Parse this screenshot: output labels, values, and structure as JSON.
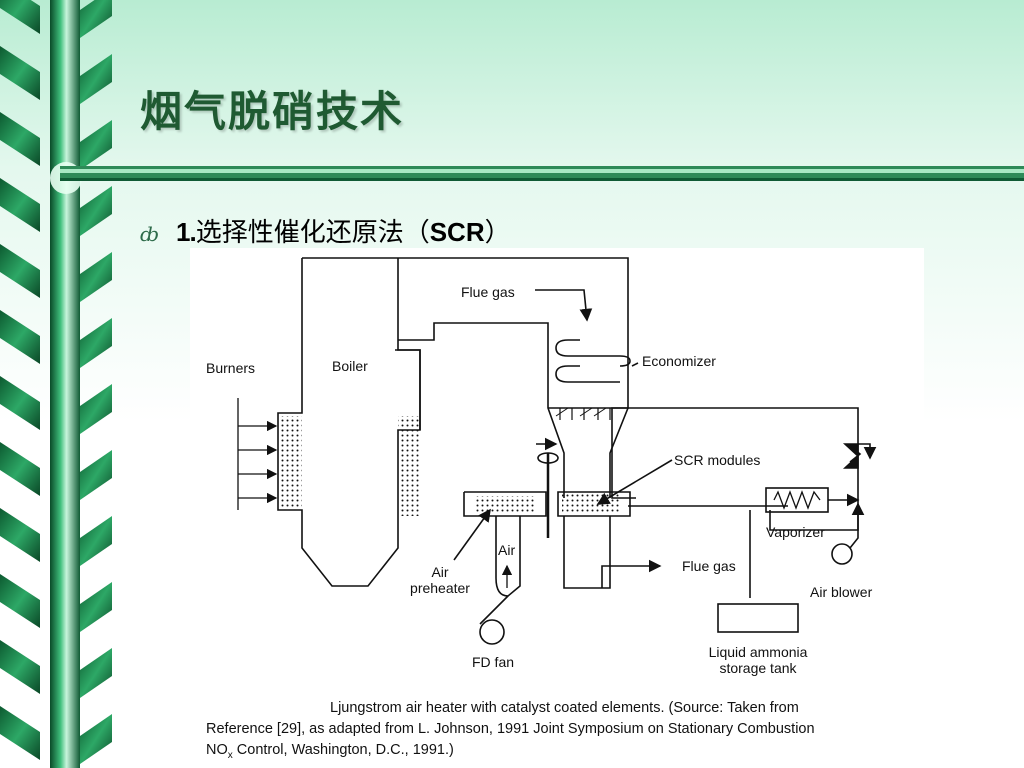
{
  "slide": {
    "title": "烟气脱硝技术",
    "bullet": {
      "number": "1.",
      "text": "选择性催化还原法（",
      "abbr": "SCR",
      "close": "）"
    }
  },
  "diagram": {
    "labels": {
      "flue_gas_top": "Flue gas",
      "burners": "Burners",
      "boiler": "Boiler",
      "economizer": "Economizer",
      "scr_modules": "SCR modules",
      "air": "Air",
      "air_preheater_1": "Air",
      "air_preheater_2": "preheater",
      "flue_gas_out": "Flue gas",
      "vaporizer": "Vaporizer",
      "air_blower": "Air blower",
      "fd_fan": "FD fan",
      "tank_1": "Liquid ammonia",
      "tank_2": "storage tank"
    },
    "caption": {
      "line1": "Ljungstrom air heater with catalyst coated elements. (Source: Taken from",
      "line2": "Reference [29], as adapted from L. Johnson, 1991 Joint Symposium on Stationary Combustion",
      "line3_a": "NO",
      "line3_sub": "x",
      "line3_b": " Control, Washington, D.C., 1991.)"
    }
  },
  "colors": {
    "title": "#1f5a32",
    "chain_dark": "#0f6b3c",
    "chain_light": "#4fcf8c",
    "background_top": "#b8ecd2"
  },
  "icons": {
    "bullet": "script-b-bullet"
  }
}
